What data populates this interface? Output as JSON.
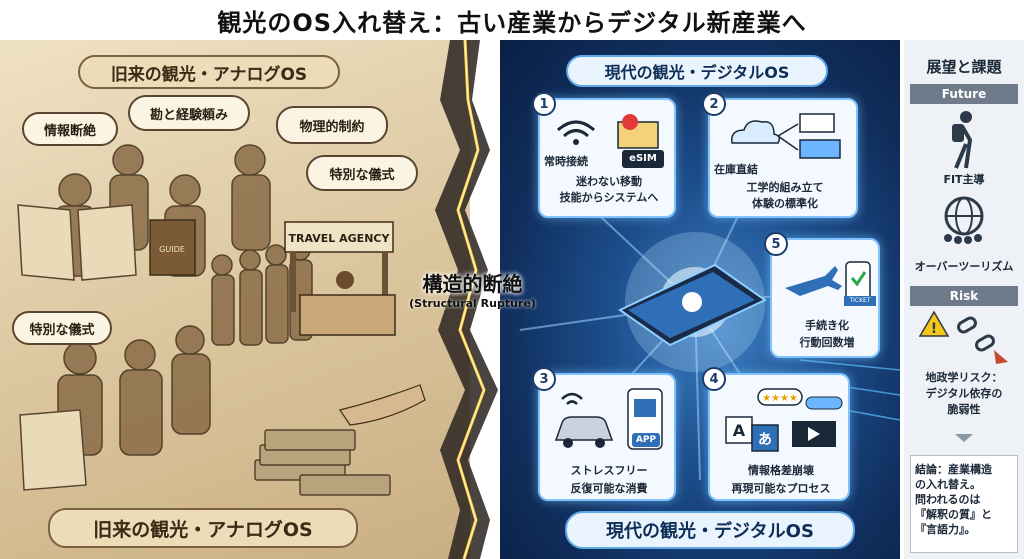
{
  "title": "観光のOS入れ替え：古い産業からデジタル新産業へ",
  "left": {
    "banner_top": "旧来の観光・アナログOS",
    "banner_bottom": "旧来の観光・アナログOS",
    "bubbles": [
      "情報断絶",
      "勘と経験頼み",
      "物理的制約",
      "特別な儀式",
      "特別な儀式"
    ],
    "agency_sign": "TRAVEL AGENCY",
    "guide_text": "GUIDE"
  },
  "center": {
    "label_jp": "構造的断絶",
    "label_en": "(Structural Rupture)"
  },
  "right": {
    "banner_top": "現代の観光・デジタルOS",
    "banner_bottom": "現代の観光・デジタルOS",
    "cards": [
      {
        "num": "1",
        "badge": "eSIM",
        "lines": [
          "常時接続",
          "迷わない移動",
          "技能からシステムへ"
        ]
      },
      {
        "num": "2",
        "lines": [
          "在庫直結",
          "工学的組み立て",
          "体験の標準化"
        ]
      },
      {
        "num": "5",
        "badge": "TICKET",
        "lines": [
          "手続き化",
          "行動回数増"
        ]
      },
      {
        "num": "3",
        "badge": "APP",
        "lines": [
          "ストレスフリー",
          "反復可能な消費"
        ]
      },
      {
        "num": "4",
        "lines": [
          "情報格差崩壊",
          "再現可能なプロセス"
        ]
      }
    ]
  },
  "sidebar": {
    "title": "展望と課題",
    "future_head": "Future",
    "future_items": [
      "FIT主導",
      "オーバーツーリズム"
    ],
    "risk_head": "Risk",
    "risk_text": [
      "地政学リスク：",
      "デジタル依存の",
      "脆弱性"
    ],
    "conclusion": [
      "結論：産業構造",
      "の入れ替え。",
      "問われるのは",
      "『解釈の質』と",
      "『言語力』。"
    ]
  },
  "colors": {
    "analog_bg": "#dcc7a0",
    "digital_bg": "#1d4f8e",
    "card_border": "#7fc2ff",
    "sidebar_bg": "#eef1f5"
  }
}
